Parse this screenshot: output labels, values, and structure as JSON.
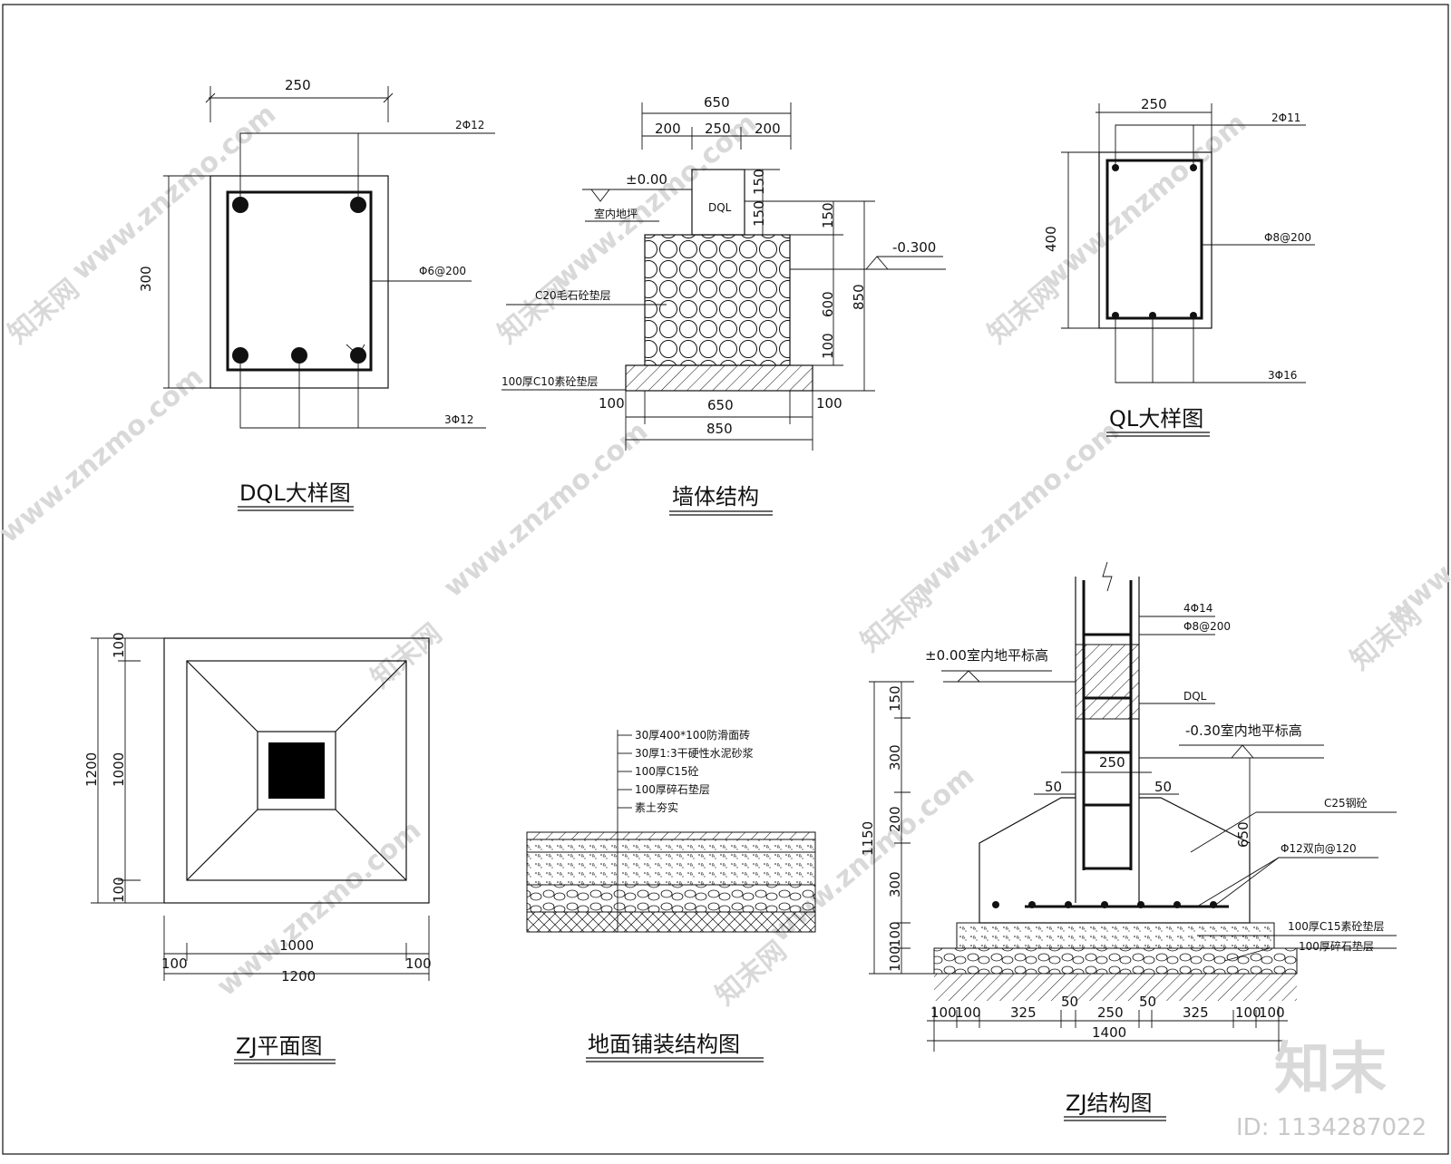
{
  "colors": {
    "ink": "#111111",
    "watermark": "#d9d9d9",
    "fill_black": "#000000"
  },
  "dql_detail": {
    "title": "DQL大样图",
    "dim_width": "250",
    "dim_height": "300",
    "top_bars": "2Φ12",
    "stirrup": "Φ6@200",
    "bottom_bars": "3Φ12"
  },
  "wall_structure": {
    "title": "墙体结构",
    "dim_total_top": "650",
    "dim_left": "200",
    "dim_mid": "250",
    "dim_right": "200",
    "level_zero": "±0.00",
    "floor_label": "室内地坪",
    "beam_label": "DQL",
    "level_minus": "-0.300",
    "rubble_label": "C20毛石砼垫层",
    "cushion_label": "100厚C10素砼垫层",
    "dim_150a": "150",
    "dim_150b": "150",
    "dim_150c": "150",
    "dim_600": "600",
    "dim_850v": "850",
    "dim_100v": "100",
    "dim_100_left": "100",
    "dim_650_bottom": "650",
    "dim_100_right": "100",
    "dim_850_bottom": "850"
  },
  "ql_detail": {
    "title": "QL大样图",
    "dim_width": "250",
    "dim_height": "400",
    "top_bars": "2Φ11",
    "stirrup": "Φ8@200",
    "bottom_bars": "3Φ16"
  },
  "zj_plan": {
    "title": "ZJ平面图",
    "dim_100_top": "100",
    "dim_1000_v": "1000",
    "dim_1200_v": "1200",
    "dim_100_bot": "100",
    "dim_100_left": "100",
    "dim_1000_h": "1000",
    "dim_100_right": "100",
    "dim_1200_h": "1200"
  },
  "paving": {
    "title": "地面铺装结构图",
    "layers": [
      "30厚400*100防滑面砖",
      "30厚1:3干硬性水泥砂浆",
      "100厚C15砼",
      "100厚碎石垫层",
      "素土夯实"
    ]
  },
  "zj_structure": {
    "title": "ZJ结构图",
    "bars": "4Φ14",
    "stirrup": "Φ8@200",
    "level_zero": "±0.00室内地平标高",
    "beam_label": "DQL",
    "level_minus": "-0.30室内地平标高",
    "dim_250": "250",
    "dim_50_left": "50",
    "dim_50_right": "50",
    "concrete": "C25钢砼",
    "dim_650": "650",
    "rebar": "Φ12双向@120",
    "cushion1": "100厚C15素砼垫层",
    "cushion2": "100厚碎石垫层",
    "v_dims": [
      "150",
      "300",
      "200",
      "300",
      "100",
      "100"
    ],
    "dim_1150": "1150",
    "h_dims": [
      "100",
      "100",
      "325",
      "50",
      "250",
      "50",
      "325",
      "100",
      "100"
    ],
    "dim_1400": "1400"
  },
  "watermark": {
    "site": "www.znzmo.com",
    "brand": "知末网",
    "logo": "知末",
    "id": "ID: 1134287022"
  }
}
